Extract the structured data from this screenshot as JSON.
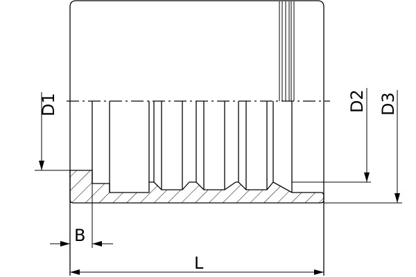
{
  "drawing": {
    "dimensions": {
      "d1": "D1",
      "d2": "D2",
      "d3": "D3",
      "b": "B",
      "l": "L"
    },
    "colors": {
      "line": "#000000",
      "background": "#ffffff"
    }
  }
}
